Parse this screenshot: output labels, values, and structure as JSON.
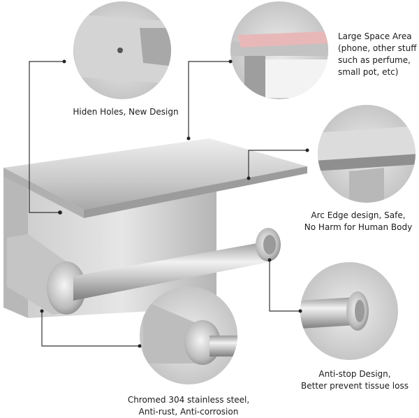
{
  "features": {
    "hidden_holes": {
      "lines": [
        "Hiden Holes, New Design"
      ]
    },
    "large_space": {
      "lines": [
        "Large Space Area",
        "(phone, other stuff",
        "such as perfume,",
        "small pot, etc)"
      ]
    },
    "arc_edge": {
      "lines": [
        "Arc Edge design, Safe,",
        "No Harm for Human Body"
      ]
    },
    "anti_stop": {
      "lines": [
        "Anti-stop Design,",
        "Better prevent tissue loss"
      ]
    },
    "stainless": {
      "lines": [
        "Chromed 304 stainless steel,",
        "Anti-rust, Anti-corrosion"
      ]
    }
  },
  "colors": {
    "steel_light": "#e4e4e4",
    "steel_mid": "#bdbdbd",
    "steel_dark": "#8d8d8d",
    "callout_line": "#333333",
    "phone_pink": "#e8b8b8"
  }
}
